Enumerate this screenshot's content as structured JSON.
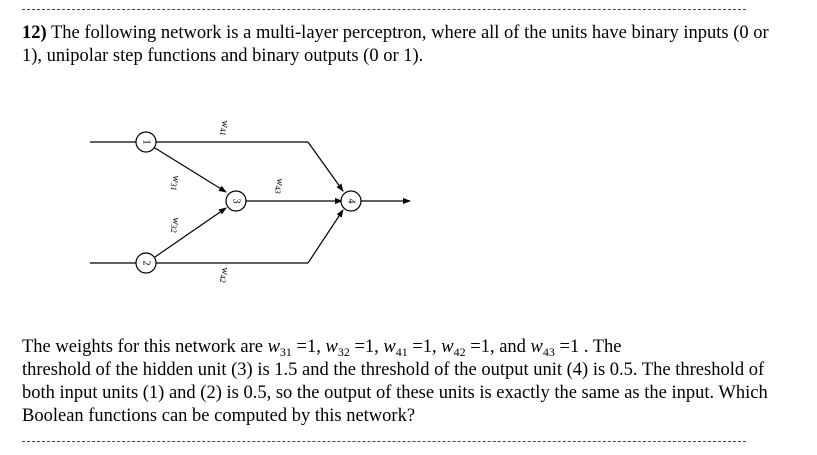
{
  "question": {
    "number": "12)",
    "text": " The following network is a multi-layer perceptron, where all of the units have binary inputs (0 or 1), unipolar step functions and binary outputs (0 or 1)."
  },
  "diagram": {
    "nodes": {
      "n1": "1",
      "n2": "2",
      "n3": "3",
      "n4": "4"
    },
    "weights": {
      "w41": {
        "base": "w",
        "sub": "41"
      },
      "w31": {
        "base": "w",
        "sub": "31"
      },
      "w32": {
        "base": "w",
        "sub": "32"
      },
      "w43": {
        "base": "w",
        "sub": "43"
      },
      "w42": {
        "base": "w",
        "sub": "42"
      }
    }
  },
  "paragraph": {
    "intro": "The weights for this network are ",
    "w": "w",
    "w31_sub": "31",
    "w31_val": " =1, ",
    "w32_sub": "32",
    "w32_val": " =1, ",
    "w41_sub": "41",
    "w41_val": " =1, ",
    "w42_sub": "42",
    "w42_val": " =1, and ",
    "w43_sub": "43",
    "w43_val": " =1 . The",
    "rest": "threshold of the hidden unit (3) is 1.5 and the threshold of the output unit (4) is 0.5. The threshold of both input units (1) and (2) is 0.5, so the output of these units is exactly the same as the input. Which  Boolean functions can be computed by this network?"
  }
}
